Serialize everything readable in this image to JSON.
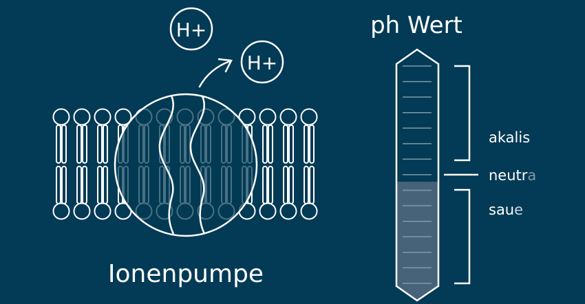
{
  "title": "ph Wert",
  "pump_label": "Ionenpumpe",
  "ions": [
    "H+",
    "H+"
  ],
  "scale": {
    "alkaline_label": "akalis",
    "neutral_label_main": "neutr",
    "neutral_label_faded": "a",
    "acid_label_main": "sau",
    "acid_label_faded": "e",
    "fill_fraction": 0.47,
    "tick_count": 15
  },
  "colors": {
    "background": "#033a55",
    "stroke": "#ffffff",
    "fill": "#46637a"
  }
}
